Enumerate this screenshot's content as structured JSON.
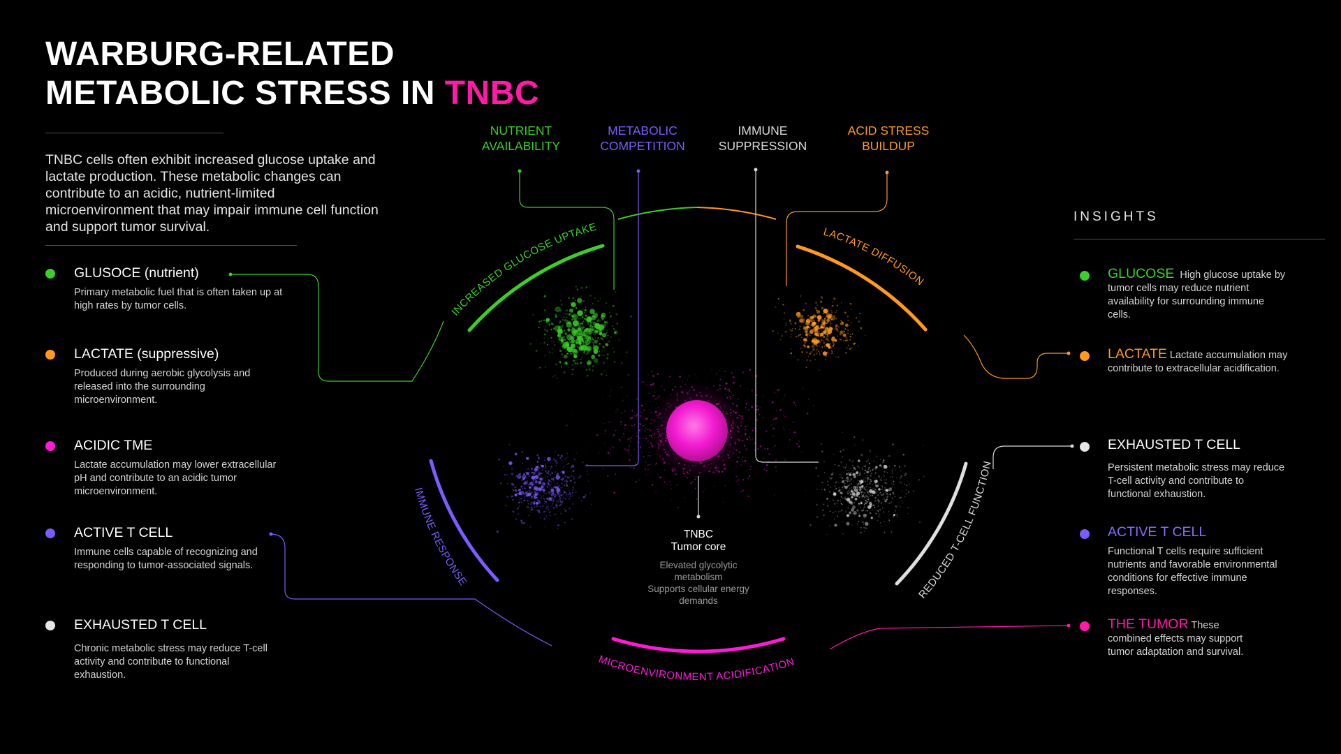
{
  "title": {
    "line1": "WARBURG-RELATED",
    "line2_prefix": "METABOLIC STRESS IN ",
    "line2_accent": "TNBC"
  },
  "intro": "TNBC cells often exhibit increased glucose uptake and lactate production. These metabolic changes can contribute to an acidic, nutrient-limited microenvironment that may impair immune cell function and support tumor survival.",
  "legend": [
    {
      "title": "GLUSOCE (nutrient)",
      "desc": "Primary metabolic fuel that is often taken up at high rates by tumor cells.",
      "color": "#3ccf2a"
    },
    {
      "title": "LACTATE (suppressive)",
      "desc": "Produced during aerobic glycolysis and released into the surrounding microenvironment.",
      "color": "#ff9a1f"
    },
    {
      "title": "ACIDIC TME",
      "desc": "Lactate accumulation may lower extracellular pH and contribute to an acidic tumor microenvironment.",
      "color": "#ff1ad9"
    },
    {
      "title": "ACTIVE T CELL",
      "desc": "Immune cells capable of recognizing and responding to tumor-associated signals.",
      "color": "#7b5cff"
    },
    {
      "title": "EXHAUSTED T CELL",
      "desc": "Chronic metabolic stress may reduce T-cell activity and contribute to functional exhaustion.",
      "color": "#e6e6e6"
    }
  ],
  "top_labels": [
    {
      "line1": "NUTRIENT",
      "line2": "AVAILABILITY",
      "color": "#3ccf2a"
    },
    {
      "line1": "METABOLIC",
      "line2": "COMPETITION",
      "color": "#7b5cff"
    },
    {
      "line1": "IMMUNE",
      "line2": "SUPPRESSION",
      "color": "#d9d9d9"
    },
    {
      "line1": "ACID STRESS",
      "line2": "BUILDUP",
      "color": "#ff9a1f"
    }
  ],
  "arc_labels": {
    "glucose": "INCREASED GLUCOSE UPTAKE",
    "lactate": "LACTATE DIFFUSION",
    "immune": "IMMUNE RESPONSE",
    "tcell": "REDUCED T-CELL FUNCTION",
    "acid": "MICROENVIRONMENT ACIDIFICATION"
  },
  "core": {
    "label_line1": "TNBC",
    "label_line2": "Tumor core",
    "desc": [
      "Elevated glycolytic",
      "metabolism",
      "Supports cellular energy",
      "demands"
    ]
  },
  "insights": {
    "title": "INSIGHTS",
    "items": [
      {
        "head": "GLUCOSE",
        "text": "High glucose uptake by tumor cells may reduce nutrient availability for surrounding immune cells.",
        "color": "#3ccf2a"
      },
      {
        "head": "LACTATE",
        "text": "Lactate accumulation may contribute to extracellular acidification.",
        "color": "#ff9a1f"
      },
      {
        "head": "EXHAUSTED T CELL",
        "text": "Persistent metabolic stress may reduce T-cell activity and contribute to functional exhaustion.",
        "color": "#ffffff"
      },
      {
        "head": "ACTIVE T CELL",
        "text": "Functional T cells require sufficient nutrients and favorable environmental conditions for effective immune responses.",
        "color": "#8a6cff"
      },
      {
        "head": "THE TUMOR",
        "text": "These combined effects may support tumor adaptation and survival.",
        "color": "#ff1aa8"
      }
    ]
  },
  "colors": {
    "glucose": "#3ccf2a",
    "lactate": "#ff9a1f",
    "acid": "#ff1ad9",
    "active": "#7b5cff",
    "exhausted": "#e6e6e6",
    "tumor": "#ff1aa8",
    "white": "#d9d9d9"
  }
}
